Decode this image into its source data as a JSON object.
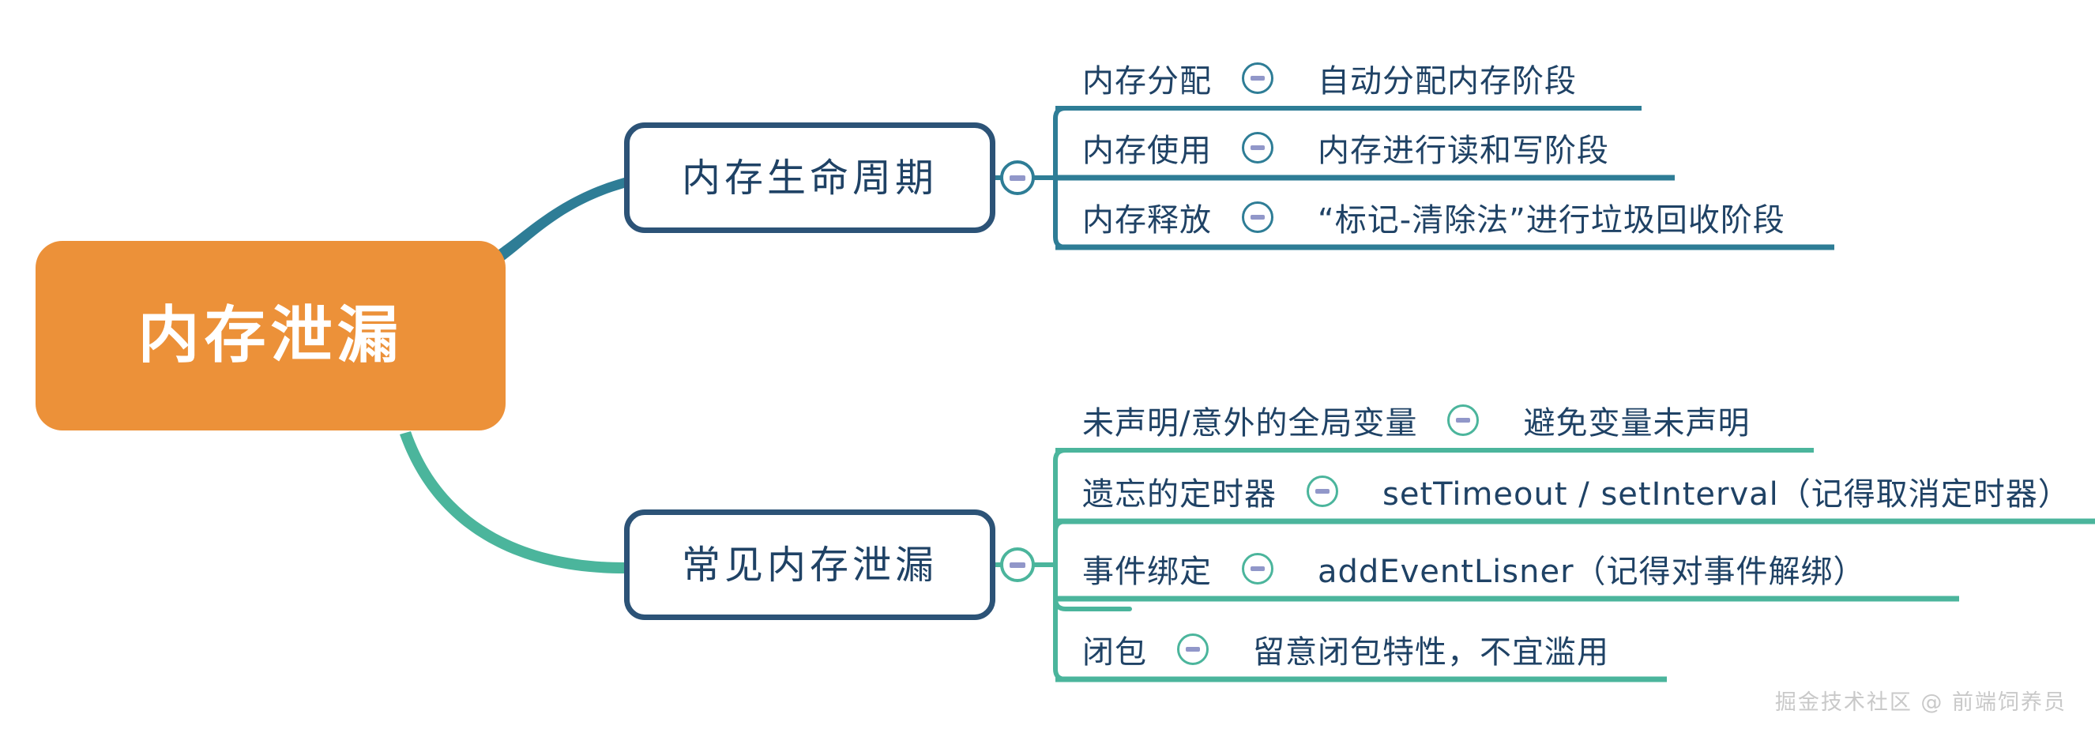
{
  "diagram": {
    "type": "mind-map",
    "root": {
      "label": "内存泄漏",
      "color": "#EC9139",
      "text_color": "#FFFFFF"
    },
    "branches": [
      {
        "id": "memory-lifecycle",
        "label": "内存生命周期",
        "border_color": "#2C5377",
        "accent_color": "#2E7D96",
        "toggle_icon": "minus-circle-icon",
        "leaves": [
          {
            "title": "内存分配",
            "toggle_icon": "minus-circle-icon",
            "detail": "自动分配内存阶段"
          },
          {
            "title": "内存使用",
            "toggle_icon": "minus-circle-icon",
            "detail": "内存进行读和写阶段"
          },
          {
            "title": "内存释放",
            "toggle_icon": "minus-circle-icon",
            "detail": "“标记-清除法”进行垃圾回收阶段"
          }
        ]
      },
      {
        "id": "common-memory-leaks",
        "label": "常见内存泄漏",
        "border_color": "#2C5377",
        "accent_color": "#4BB59C",
        "toggle_icon": "minus-circle-icon",
        "leaves": [
          {
            "title": "未声明/意外的全局变量",
            "toggle_icon": "minus-circle-icon",
            "detail": "避免变量未声明"
          },
          {
            "title": "遗忘的定时器",
            "toggle_icon": "minus-circle-icon",
            "detail": "setTimeout / setInterval（记得取消定时器）"
          },
          {
            "title": "事件绑定",
            "toggle_icon": "minus-circle-icon",
            "detail": "addEventLisner（记得对事件解绑）"
          },
          {
            "title": "闭包",
            "toggle_icon": "minus-circle-icon",
            "detail": "留意闭包特性，不宜滥用"
          }
        ]
      }
    ],
    "watermark": "掘金技术社区 @ 前端饲养员"
  }
}
